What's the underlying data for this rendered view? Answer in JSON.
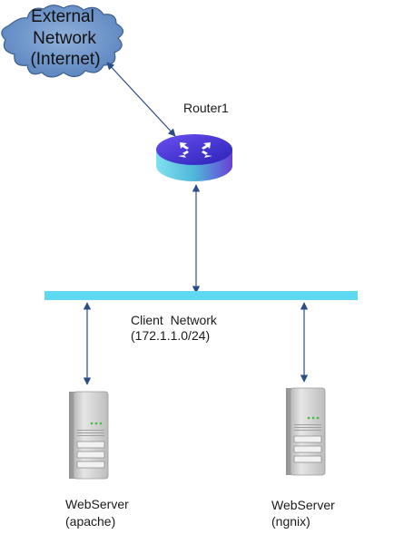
{
  "nodes": {
    "external": {
      "line1": "External",
      "line2": "Network",
      "line3": "(Internet)"
    },
    "router": {
      "label": "Router1"
    },
    "network": {
      "line1": "Client  Network",
      "line2": "(172.1.1.0/24)"
    },
    "server_apache": {
      "line1": "WebServer",
      "line2": "(apache)"
    },
    "server_nginx": {
      "line1": "WebServer",
      "line2": "(ngnix)"
    }
  },
  "colors": {
    "cloud_fill": "#6b93c9",
    "cloud_stroke": "#3d5f8f",
    "router_top": "#4a3fd6",
    "router_side": "#5ec8e0",
    "network_bus": "#5fd8f2",
    "link": "#2c4d8a",
    "server_body": "#d2d2d2"
  },
  "icons": {
    "cloud": "cloud-icon",
    "router": "router-icon",
    "server": "server-icon"
  }
}
